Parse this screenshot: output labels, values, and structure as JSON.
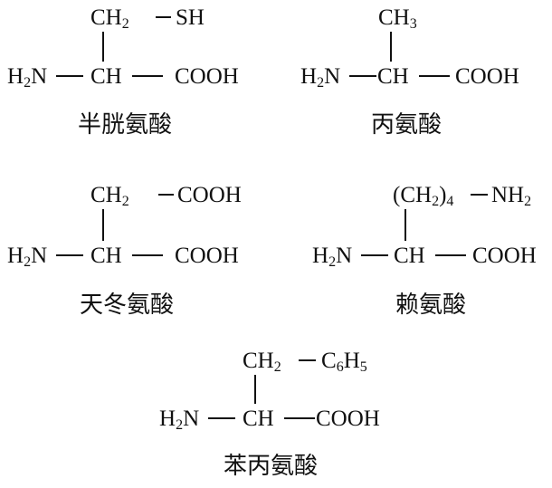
{
  "molecules": [
    {
      "name": "半胱氨酸",
      "side": {
        "parts": [
          [
            "CH",
            ""
          ],
          [
            "2",
            "sub"
          ]
        ],
        "extra": [
          [
            "SH",
            ""
          ]
        ]
      },
      "backbone": {
        "amine": [
          [
            "H",
            ""
          ],
          [
            "2",
            "sub"
          ],
          [
            "N",
            ""
          ]
        ],
        "alpha": "CH",
        "acid": "COOH"
      }
    },
    {
      "name": "丙氨酸",
      "side": {
        "parts": [
          [
            "CH",
            ""
          ],
          [
            "3",
            "sub"
          ]
        ],
        "extra": []
      },
      "backbone": {
        "amine": [
          [
            "H",
            ""
          ],
          [
            "2",
            "sub"
          ],
          [
            "N",
            ""
          ]
        ],
        "alpha": "CH",
        "acid": "COOH"
      }
    },
    {
      "name": "天冬氨酸",
      "side": {
        "parts": [
          [
            "CH",
            ""
          ],
          [
            "2",
            "sub"
          ]
        ],
        "extra": [
          [
            "COOH",
            ""
          ]
        ]
      },
      "backbone": {
        "amine": [
          [
            "H",
            ""
          ],
          [
            "2",
            "sub"
          ],
          [
            "N",
            ""
          ]
        ],
        "alpha": "CH",
        "acid": "COOH"
      }
    },
    {
      "name": "赖氨酸",
      "side": {
        "parts": [
          [
            "(CH",
            ""
          ],
          [
            "2",
            "sub"
          ],
          [
            ")",
            ""
          ],
          [
            "4",
            "sub"
          ]
        ],
        "extra": [
          [
            "NH",
            ""
          ],
          [
            "2",
            "sub"
          ]
        ]
      },
      "backbone": {
        "amine": [
          [
            "H",
            ""
          ],
          [
            "2",
            "sub"
          ],
          [
            "N",
            ""
          ]
        ],
        "alpha": "CH",
        "acid": "COOH"
      }
    },
    {
      "name": "苯丙氨酸",
      "side": {
        "parts": [
          [
            "CH",
            ""
          ],
          [
            "2",
            "sub"
          ]
        ],
        "extra": [
          [
            "C",
            ""
          ],
          [
            "6",
            "sub"
          ],
          [
            "H",
            ""
          ],
          [
            "5",
            "sub"
          ]
        ]
      },
      "backbone": {
        "amine": [
          [
            "H",
            ""
          ],
          [
            "2",
            "sub"
          ],
          [
            "N",
            ""
          ]
        ],
        "alpha": "CH",
        "acid": "COOH"
      }
    }
  ]
}
